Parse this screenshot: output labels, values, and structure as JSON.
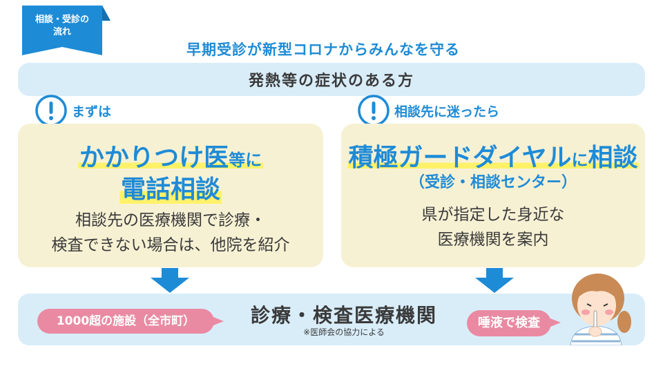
{
  "ribbon": {
    "line1": "相談・受診の",
    "line2": "流れ"
  },
  "headline": "早期受診が新型コロナからみんなを守る",
  "symptom_bar": "発熱等の症状のある方",
  "left": {
    "label": "まずは",
    "title_1a": "かかりつけ医",
    "title_1b": "等",
    "title_1c": "に",
    "title_2": "電話相談",
    "desc_1": "相談先の医療機関で診療・",
    "desc_2": "検査できない場合は、他院を紹介"
  },
  "right": {
    "label": "相談先に迷ったら",
    "title_1a": "積極ガードダイヤル",
    "title_1b": "に",
    "title_1c": "相談",
    "subtitle": "（受診・相談センター）",
    "desc_1": "県が指定した身近な",
    "desc_2": "医療機関を案内"
  },
  "bottom": {
    "facility": "診療・検査医療機関",
    "note": "※医師会の協力による",
    "left_bubble": "1000超の施設（全市町）",
    "right_bubble": "唾液で検査"
  },
  "colors": {
    "accent_blue": "#1e8bd6",
    "light_blue": "#d9edf9",
    "card_yellow": "#f7f1d4",
    "highlight": "#fff26a",
    "bubble_pink": "#ea8aa2"
  },
  "icons": [
    "alert-icon",
    "down-arrow-icon",
    "person-illustration"
  ]
}
